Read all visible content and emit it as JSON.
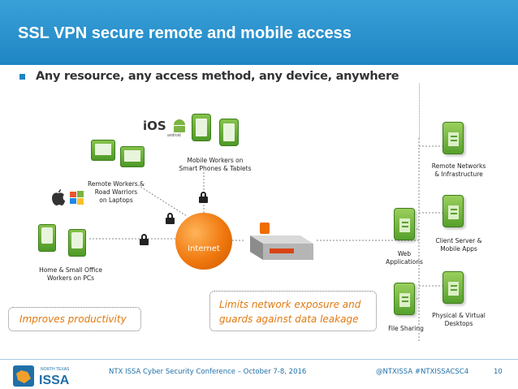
{
  "slide": {
    "title": "SSL VPN secure remote and mobile access",
    "bullet": "Any resource, any access method, any device, anywhere"
  },
  "diagram": {
    "home_office_label": "Home & Small Office\nWorkers on PCs",
    "road_warriors_label": "Remote Workers &\nRoad Warriors\non Laptops",
    "mobile_label": "Mobile Workers on\nSmart Phones & Tablets",
    "ios_text": "iOS",
    "android_text": "android",
    "internet_label": "Internet",
    "remote_networks_label": "Remote Networks\n& Infrastructure",
    "web_apps_label": "Web\nApplications",
    "client_server_label": "Client Server &\nMobile Apps",
    "file_sharing_label": "File Sharing",
    "desktops_label": "Physical & Virtual\nDesktops",
    "improves_callout": "Improves productivity",
    "limits_callout": "Limits network exposure and\nguards against data leakage"
  },
  "footer": {
    "logo_text_top": "NORTH TEXAS",
    "logo_text_main": "ISSA",
    "conference": "NTX ISSA Cyber Security Conference – October 7-8, 2016",
    "hashtags": "@NTXISSA  #NTXISSACSC4",
    "page_number": "10"
  },
  "colors": {
    "title_bar": "#2a94d0",
    "device_green": "#5ba82f",
    "internet_orange": "#f0780e",
    "callout_orange": "#e07a10"
  }
}
